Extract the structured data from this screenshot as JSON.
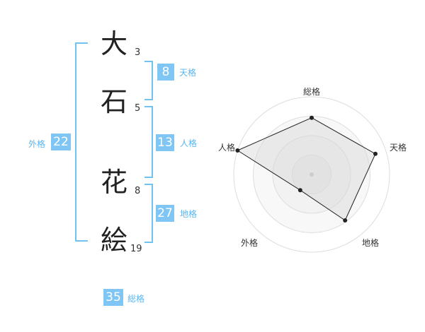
{
  "name": {
    "chars": [
      {
        "char": "大",
        "strokes": "3"
      },
      {
        "char": "石",
        "strokes": "5"
      },
      {
        "char": "花",
        "strokes": "8"
      },
      {
        "char": "絵",
        "strokes": "19"
      }
    ]
  },
  "kaku": {
    "tenkaku": {
      "label": "天格",
      "value": "8"
    },
    "jinkaku": {
      "label": "人格",
      "value": "13"
    },
    "chikaku": {
      "label": "地格",
      "value": "27"
    },
    "gaikaku": {
      "label": "外格",
      "value": "22"
    },
    "soukaku": {
      "label": "総格",
      "value": "35"
    }
  },
  "colors": {
    "accent": "#7fc6f4",
    "bracket": "#72c2f2",
    "label": "#59b6ef"
  },
  "chart_data": {
    "type": "radar",
    "axes": [
      "総格",
      "天格",
      "地格",
      "外格",
      "人格"
    ],
    "values": [
      0.73,
      0.86,
      0.73,
      0.25,
      1.0
    ],
    "range": [
      0,
      1
    ],
    "rings": 4
  }
}
